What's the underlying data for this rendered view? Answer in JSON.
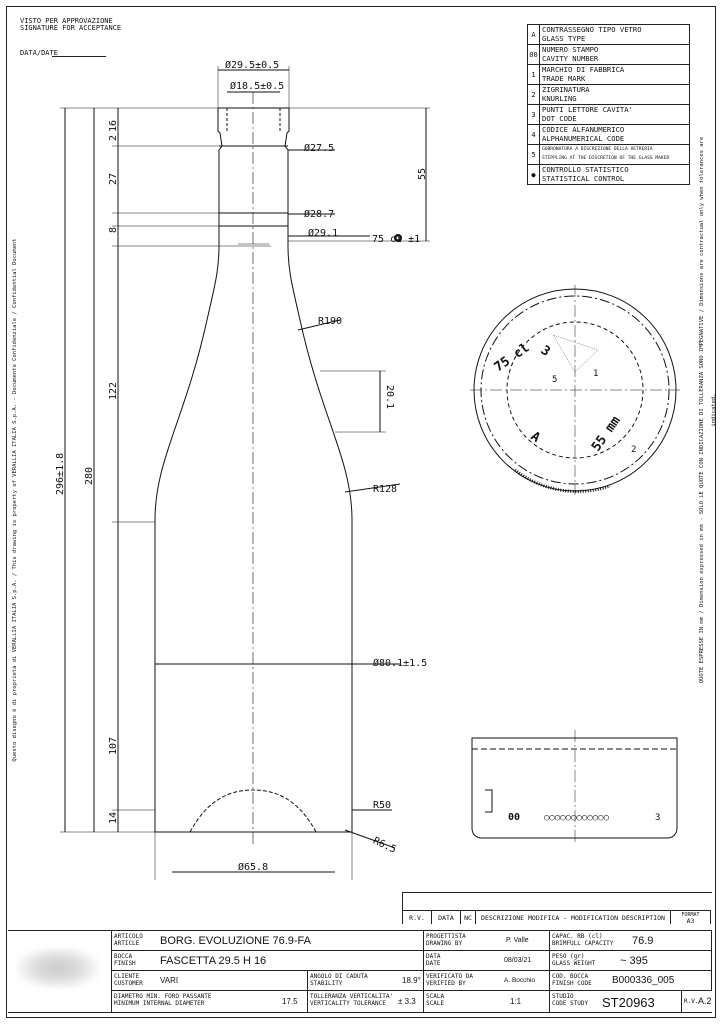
{
  "header": {
    "approval": "VISTO PER APPROVAZIONE",
    "signature": "SIGNATURE FOR ACCEPTANCE",
    "date": "DATA/DATE"
  },
  "legend": [
    {
      "key": "A",
      "it": "CONTRASSEGNO TIPO VETRO",
      "en": "GLASS TYPE"
    },
    {
      "key": "00",
      "it": "NUMERO STAMPO",
      "en": "CAVITY NUMBER"
    },
    {
      "key": "1",
      "it": "MARCHIO DI FABBRICA",
      "en": "TRADE MARK"
    },
    {
      "key": "2",
      "it": "ZIGRINATURA",
      "en": "KNURLING"
    },
    {
      "key": "3",
      "it": "PUNTI LETTORE CAVITA'",
      "en": "DOT CODE"
    },
    {
      "key": "4",
      "it": "CODICE ALFANUMERICO",
      "en": "ALPHANUMERICAL CODE"
    },
    {
      "key": "5",
      "it": "GOBRONATURA A DISCREZIONE DELLA VETRERIA",
      "en": "STIPPLING AT THE DISCRETION OF THE GLASS MAKER"
    },
    {
      "key": "●",
      "it": "CONTROLLO STATISTICO",
      "en": "STATISTICAL CONTROL"
    }
  ],
  "dimensions": {
    "neck_outer": "Ø29.5±0.5",
    "neck_inner": "Ø18.5±0.5",
    "d27_5": "Ø27.5",
    "d28_7": "Ø28.7",
    "d29_1": "Ø29.1",
    "fill_level": "75 cl  ±1",
    "h55": "55",
    "r190": "R190",
    "h20_1": "20.1",
    "r128": "R128",
    "body_dia": "Ø80.1±1.5",
    "r50": "R50",
    "r6_5": "R6.5",
    "base_dia": "Ø65.8",
    "total_h": "296±1.8",
    "h280": "280",
    "h16": "16",
    "h2": "2",
    "h27": "27",
    "h8": "8",
    "h122": "122",
    "h107": "107",
    "h14": "14"
  },
  "base_view": {
    "cap": "75 cl",
    "code": "3",
    "glass": "A",
    "mm": "55 mm",
    "n5": "5",
    "n2": "2",
    "n1": "1"
  },
  "side_view": {
    "cavity": "00",
    "dots": "○○○○○○○○○○○○",
    "dotn": "3"
  },
  "side_texts": {
    "left": "Questo disegno è di proprietà di VERALLIA ITALIA S.p.A. / This drawing is property of VERALLIA ITALIA S.p.A. - Documento Confidenziale / Confidential Document",
    "right": "QUOTE ESPRESSE IN mm / Dimension expressed in mm - SOLO LE QUOTE CON INDICAZIONE DI TOLLERANZA SONO IMPEGNATIVE / Dimensions are contractual only when tolerances are indicated."
  },
  "revision": {
    "rv": "R.V.",
    "data": "DATA",
    "nc": "NC",
    "desc": "DESCRIZIONE MODIFICA - MODIFICATION DESCRIPTION",
    "format": "FORMAT",
    "format_val": "A3"
  },
  "title_block": {
    "articolo_cap": "ARTICOLO\nARTICLE",
    "articolo": "BORG. EVOLUZIONE 76.9-FA",
    "bocca_cap": "BOCCA\nFINISH",
    "bocca": "FASCETTA 29.5 H 16",
    "cliente_cap": "CLIENTE\nCUSTOMER",
    "cliente": "VARI",
    "angolo_cap": "ANGOLO DI CADUTA\nSTABILITY",
    "angolo": "18.9°",
    "diam_cap": "DIAMETRO MIN. FORO PASSANTE\nMINIMUM INTERNAL DIAMETER",
    "diam": "17.5",
    "toll_cap": "TOLLERANZA VERTICALITA'\nVERTICALITY TOLERANCE",
    "toll": "± 3.3",
    "prog_cap": "PROGETTISTA\nDRAWING BY",
    "prog": "P. Valle",
    "data_cap": "DATA\nDATE",
    "data": "08/03/21",
    "verif_cap": "VERIFICATO DA\nVERIFIED BY",
    "verif": "A. Bocchio",
    "scala_cap": "SCALA\nSCALE",
    "scala": "1:1",
    "capac_cap": "CAPAC. RB (cl)\nBRIMFULL CAPACITY",
    "capac": "76.9",
    "peso_cap": "PESO (gr)\nGLASS WEIGHT",
    "peso": "~ 395",
    "cod_cap": "COD. BOCCA\nFINISH CODE",
    "cod": "B000336_005",
    "studio_cap": "STUDIO\nCODE STUDY",
    "studio": "ST20963",
    "rv_cap": "R.V.",
    "rv": "A.2"
  }
}
